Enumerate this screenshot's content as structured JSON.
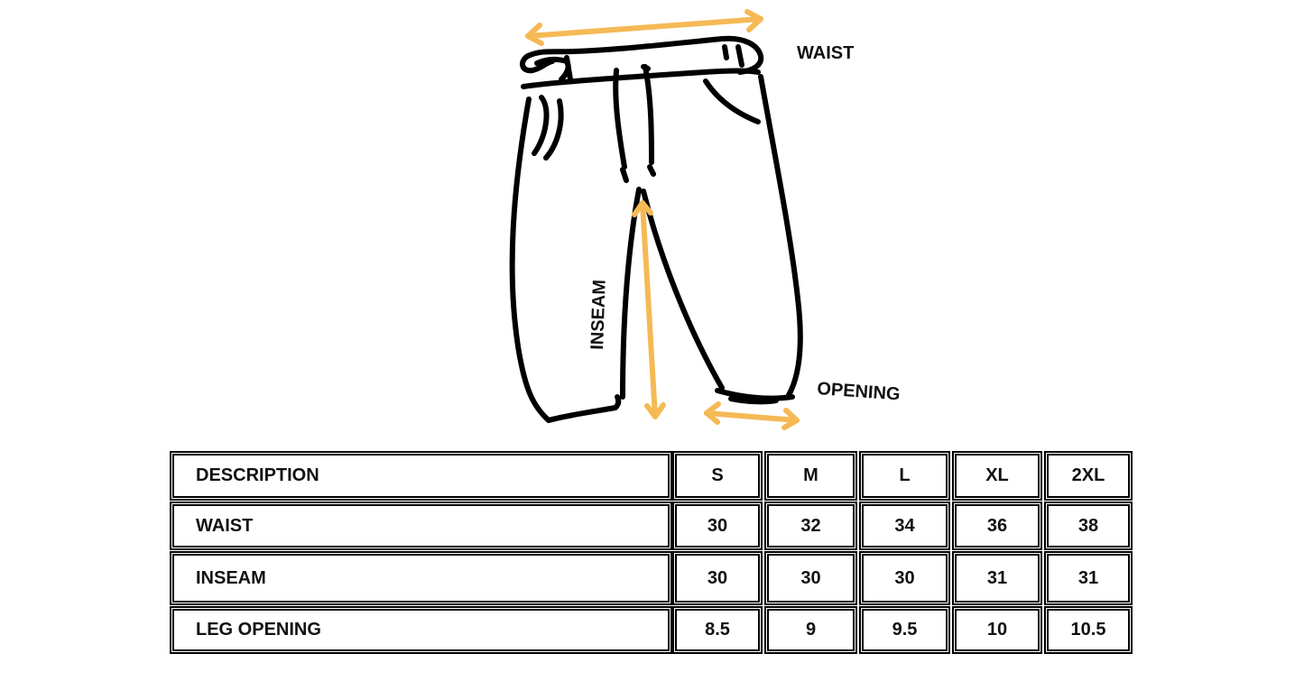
{
  "diagram": {
    "labels": {
      "waist": "WAIST",
      "inseam": "INSEAM",
      "opening": "OPENING"
    },
    "arrow_color": "#F5B955",
    "line_color": "#000000"
  },
  "size_table": {
    "header": {
      "description": "DESCRIPTION",
      "sizes": [
        "S",
        "M",
        "L",
        "XL",
        "2XL"
      ]
    },
    "rows": [
      {
        "label": "WAIST",
        "values": [
          "30",
          "32",
          "34",
          "36",
          "38"
        ]
      },
      {
        "label": "INSEAM",
        "values": [
          "30",
          "30",
          "30",
          "31",
          "31"
        ]
      },
      {
        "label": "LEG OPENING",
        "values": [
          "8.5",
          "9",
          "9.5",
          "10",
          "10.5"
        ]
      }
    ]
  }
}
